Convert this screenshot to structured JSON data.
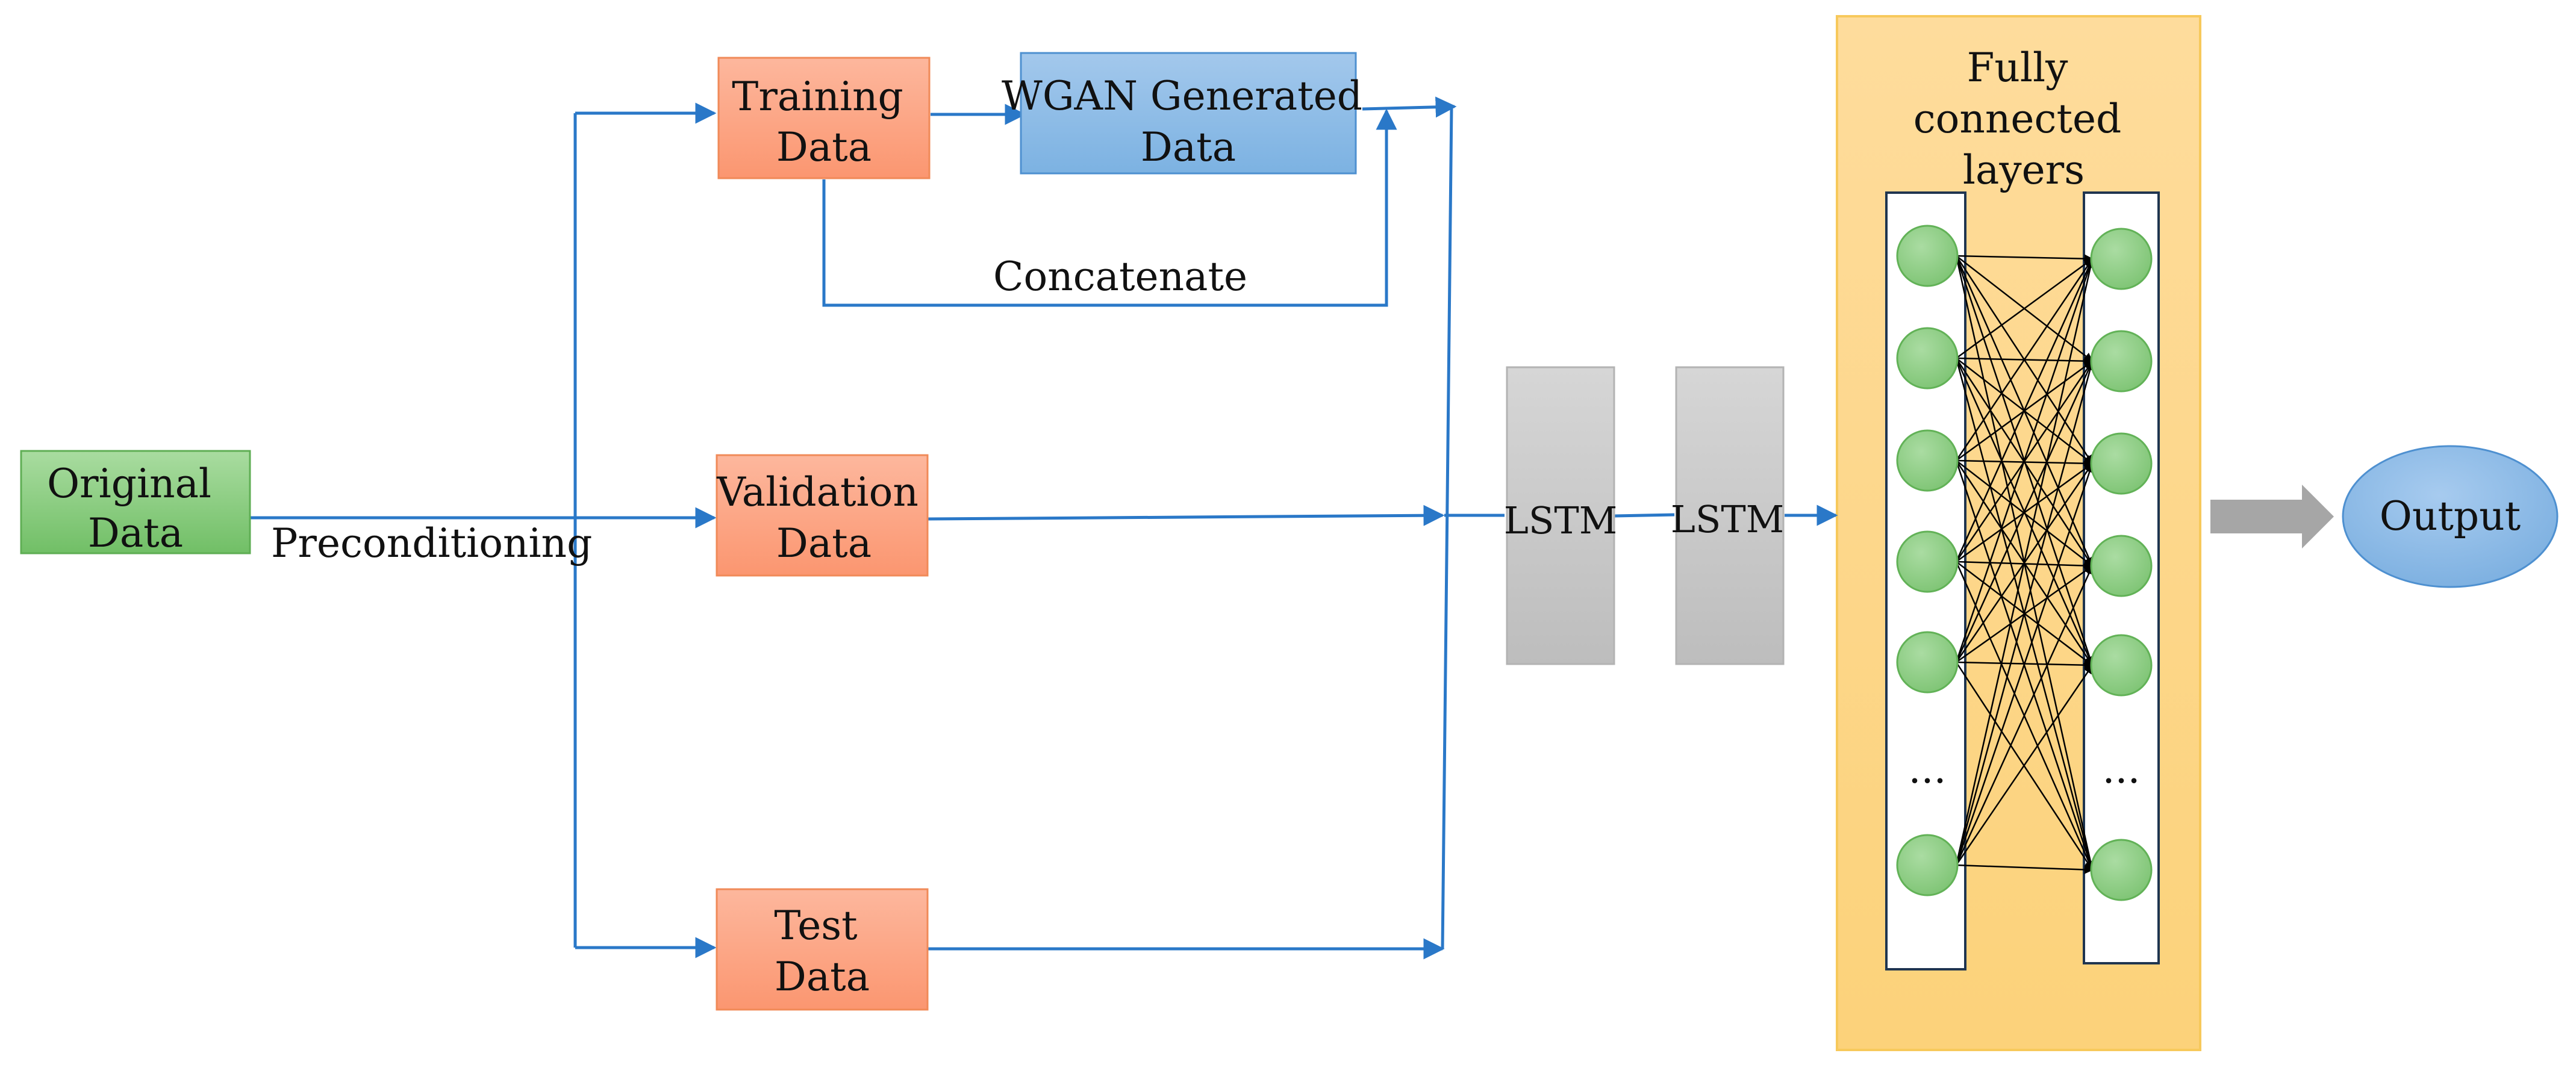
{
  "nodes": {
    "original": [
      "Original",
      "Data"
    ],
    "training": [
      "Training",
      "Data"
    ],
    "wgan": [
      "WGAN Generated",
      "Data"
    ],
    "validation": [
      "Validation",
      "Data"
    ],
    "test": [
      "Test",
      "Data"
    ],
    "lstm1": "LSTM",
    "lstm2": "LSTM",
    "fc_title": [
      "Fully",
      "connected",
      "layers"
    ],
    "output": "Output"
  },
  "edge_labels": {
    "preconditioning": "Preconditioning",
    "concatenate": "Concatenate"
  },
  "fc_layer": {
    "left_nodes": 6,
    "right_nodes": 6,
    "ellipsis": "..."
  },
  "colors": {
    "arrow": "#2a78c8",
    "green_fill": "#86cc7d",
    "orange_fill": "#fca587",
    "blue_fill": "#8fbce6",
    "gray_fill": "#c9c9c9",
    "fc_bg": "#fdd98d",
    "node_green": "#93d08a",
    "big_arrow": "#a6a6a6"
  }
}
